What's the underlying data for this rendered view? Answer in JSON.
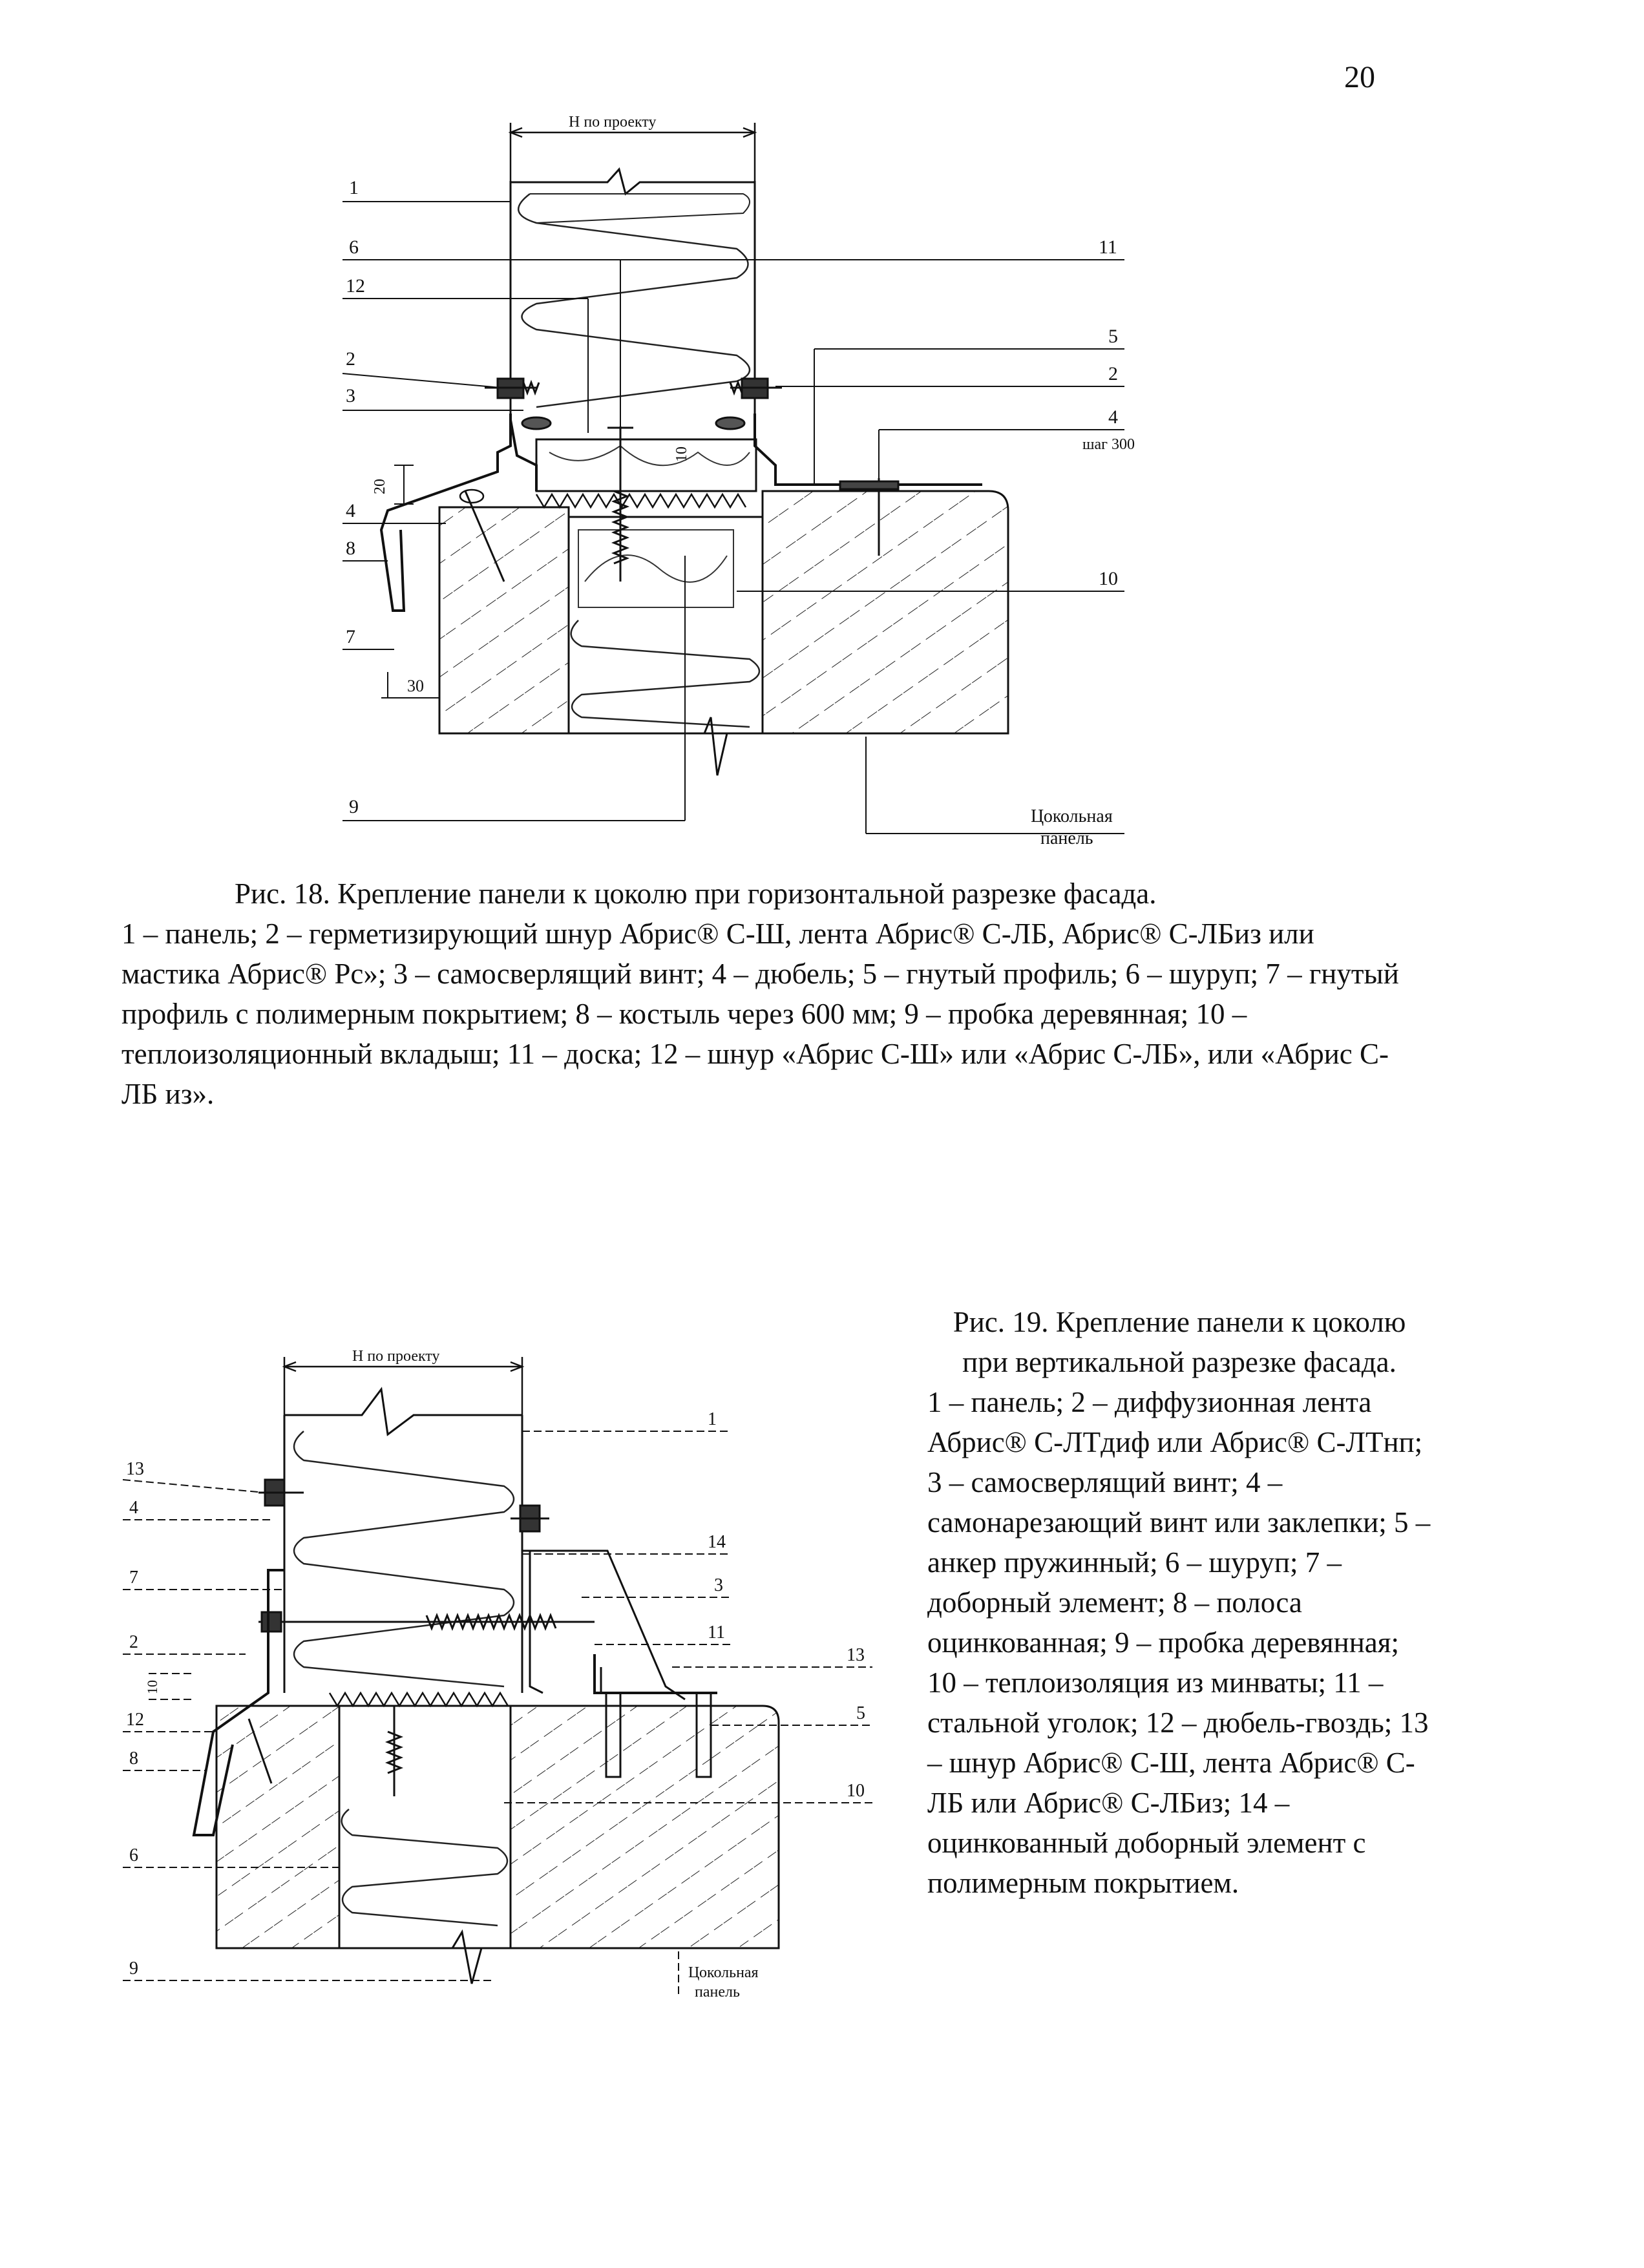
{
  "page": {
    "number": "20"
  },
  "figure18": {
    "dimension_label": "Н по проекту",
    "callouts_left": [
      "1",
      "6",
      "12",
      "2",
      "3",
      "4",
      "8",
      "7",
      "9"
    ],
    "callouts_right": [
      "11",
      "5",
      "2",
      "4",
      "10"
    ],
    "step_note": "шаг 300",
    "dim_20": "20",
    "dim_10": "10",
    "dim_30": "30",
    "plinth_label_1": "Цокольная",
    "plinth_label_2": "панель",
    "caption_title": "Рис. 18. Крепление панели к цоколю при горизонтальной разрезке фасада.",
    "caption_body": "1 – панель; 2 – герметизирующий шнур Абрис® С-Ш, лента Абрис® С-ЛБ, Абрис® С-ЛБиз или мастика Абрис® Рс»; 3 – самосверлящий винт; 4 – дюбель; 5 – гнутый профиль; 6 – шуруп; 7 – гнутый профиль с полимерным покрытием; 8 – костыль через 600 мм; 9 – пробка деревянная; 10 – теплоизоляционный вкладыш; 11 – доска; 12 – шнур «Абрис С-Ш» или «Абрис С-ЛБ», или «Абрис С-ЛБ из»."
  },
  "figure19": {
    "dimension_label": "Н по проекту",
    "callouts_left": [
      "13",
      "4",
      "7",
      "2",
      "12",
      "8",
      "6",
      "9"
    ],
    "callouts_right": [
      "1",
      "14",
      "3",
      "11",
      "13",
      "5",
      "10"
    ],
    "dim_10": "10",
    "plinth_label_1": "Цокольная",
    "plinth_label_2": "панель",
    "caption_title": "Рис. 19. Крепление панели к цоколю при вертикальной разрезке фасада.",
    "caption_body": "1 – панель; 2 – диффузионная лента Абрис® С-ЛТдиф или Абрис® С-ЛТнп; 3 – самосверлящий винт; 4 – самонарезающий винт или заклепки; 5 – анкер пружинный; 6 – шуруп; 7 – доборный элемент; 8 – полоса оцинкованная; 9 – пробка деревянная; 10 – теплоизоляция из минваты; 11 – стальной уголок; 12 – дюбель-гвоздь; 13 – шнур Абрис® С-Ш, лента Абрис® С-ЛБ или Абрис® С-ЛБиз; 14 – оцинкованный доборный элемент с полимерным покрытием."
  }
}
